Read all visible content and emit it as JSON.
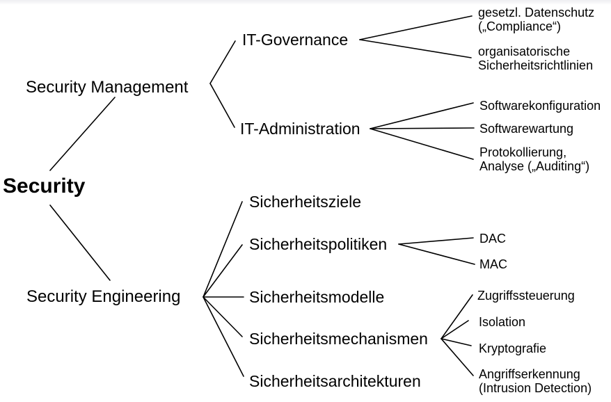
{
  "colors": {
    "background": "#ffffff",
    "text": "#000000",
    "line": "#000000"
  },
  "tree": {
    "root": "Security",
    "management": {
      "label": "Security Management",
      "it_governance": {
        "label": "IT-Governance",
        "children": {
          "c1": "gesetzl. Datenschutz\n(„Compliance“)",
          "c2": "organisatorische\nSicherheitsrichtlinien"
        }
      },
      "it_administration": {
        "label": "IT-Administration",
        "children": {
          "c1": "Softwarekonfiguration",
          "c2": "Softwarewartung",
          "c3": "Protokollierung,\nAnalyse („Auditing“)"
        }
      }
    },
    "engineering": {
      "label": "Security Engineering",
      "ziele": "Sicherheitsziele",
      "politiken": {
        "label": "Sicherheitspolitiken",
        "children": {
          "c1": "DAC",
          "c2": "MAC"
        }
      },
      "modelle": "Sicherheitsmodelle",
      "mechanismen": {
        "label": "Sicherheitsmechanismen",
        "children": {
          "c1": "Zugriffssteuerung",
          "c2": "Isolation",
          "c3": "Kryptografie",
          "c4": "Angriffserkennung\n(Intrusion Detection)"
        }
      },
      "architekturen": "Sicherheitsarchitekturen"
    }
  }
}
